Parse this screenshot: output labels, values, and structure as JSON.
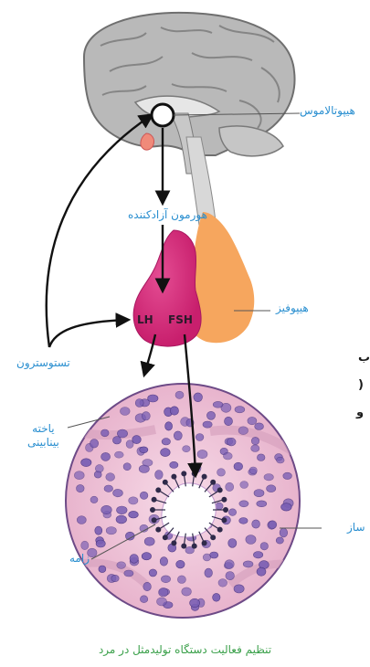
{
  "labels": {
    "hypothalamus": "هیپوتالاموس",
    "releasing_hormone": "هورمون آزادکننده",
    "pituitary": "هیپوفیز",
    "lh": "LH",
    "fsh": "FSH",
    "testosterone": "تستوسترون",
    "interstitial_cell_line1": "یاخته",
    "interstitial_cell_line2": "بینابینی",
    "sperm": "زامه",
    "seminiferous_partial": "ساز"
  },
  "caption": "تنظیم فعالیت دستگاه تولیدمثل در مرد",
  "edge_text": {
    "line1": "ب",
    "line2": "(",
    "line3": "و"
  },
  "colors": {
    "label_blue": "#2a8fd0",
    "caption_green": "#3aa04a",
    "pituitary_magenta": "#d6307a",
    "pituitary_orange": "#f4a25a",
    "brain_gray": "#9a9a9a",
    "tubule_pink": "#f0c6da",
    "cell_purple": "#7a5fb4"
  }
}
